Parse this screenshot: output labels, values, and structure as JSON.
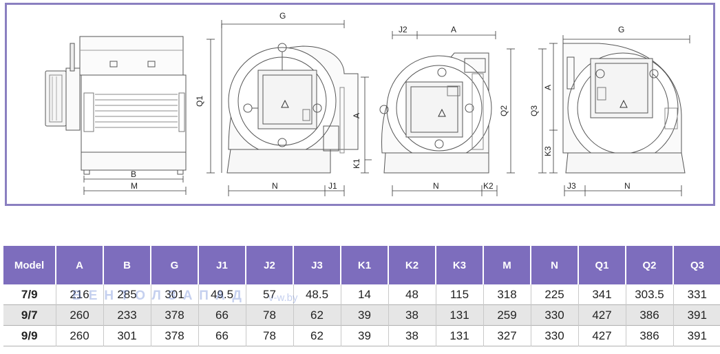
{
  "drawing": {
    "labels": {
      "g": "G",
      "b": "B",
      "m": "M",
      "q1": "Q1",
      "a": "A",
      "k1": "K1",
      "n": "N",
      "j1": "J1",
      "j2": "J2",
      "q2": "Q2",
      "k2": "K2",
      "q3": "Q3",
      "k3": "K3",
      "j3": "J3"
    }
  },
  "watermark": {
    "text": "ВЕНТОЛЗАПАД",
    "domain": "v-w.by"
  },
  "table": {
    "headers": [
      "Model",
      "A",
      "B",
      "G",
      "J1",
      "J2",
      "J3",
      "K1",
      "K2",
      "K3",
      "M",
      "N",
      "Q1",
      "Q2",
      "Q3"
    ],
    "rows": [
      [
        "7/9",
        "216",
        "285",
        "301",
        "49.5",
        "57",
        "48.5",
        "14",
        "48",
        "115",
        "318",
        "225",
        "341",
        "303.5",
        "331"
      ],
      [
        "9/7",
        "260",
        "233",
        "378",
        "66",
        "78",
        "62",
        "39",
        "38",
        "131",
        "259",
        "330",
        "427",
        "386",
        "391"
      ],
      [
        "9/9",
        "260",
        "301",
        "378",
        "66",
        "78",
        "62",
        "39",
        "38",
        "131",
        "327",
        "330",
        "427",
        "386",
        "391"
      ]
    ]
  },
  "colors": {
    "accent": "#7d6dbd",
    "frame": "#8a7fc0"
  }
}
